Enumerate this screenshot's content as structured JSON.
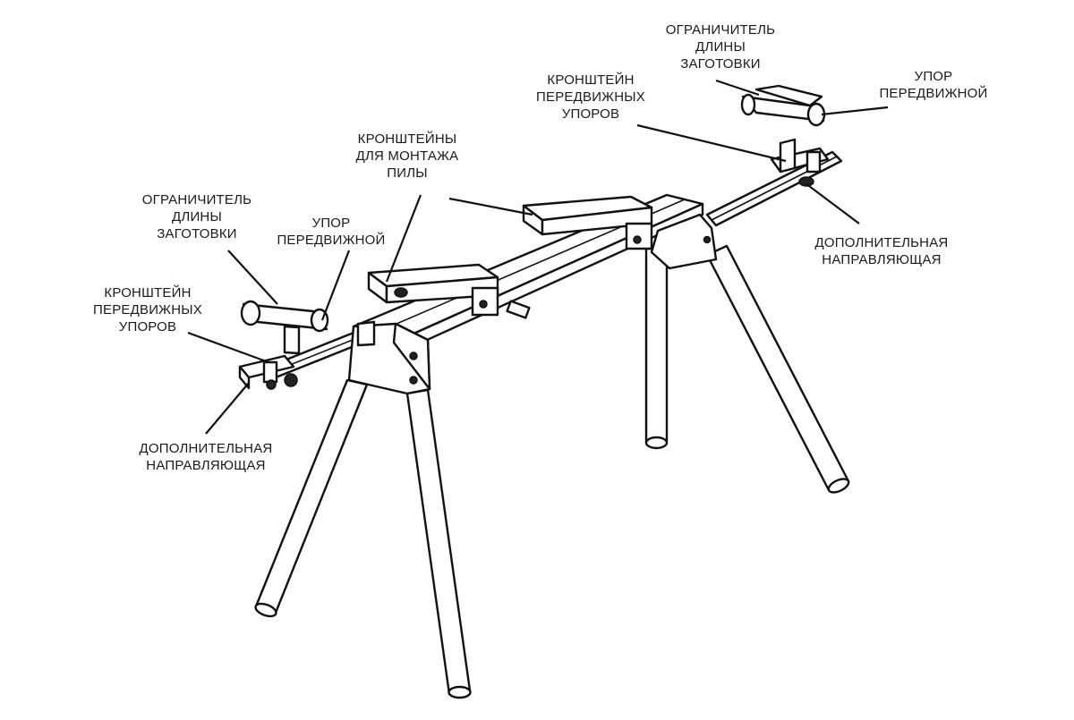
{
  "labels": {
    "stop_length_limiter_right": [
      "ОГРАНИЧИТЕЛЬ",
      "ДЛИНЫ",
      "ЗАГОТОВКИ"
    ],
    "movable_stop_right": [
      "УПОР",
      "ПЕРЕДВИЖНОЙ"
    ],
    "stop_bracket_right": [
      "КРОНШТЕЙН",
      "ПЕРЕДВИЖНЫХ",
      "УПОРОВ"
    ],
    "saw_mount_brackets": [
      "КРОНШТЕЙНЫ",
      "ДЛЯ МОНТАЖА",
      "ПИЛЫ"
    ],
    "extra_guide_right": [
      "ДОПОЛНИТЕЛЬНАЯ",
      "НАПРАВЛЯЮЩАЯ"
    ],
    "stop_length_limiter_left": [
      "ОГРАНИЧИТЕЛЬ",
      "ДЛИНЫ",
      "ЗАГОТОВКИ"
    ],
    "movable_stop_left": [
      "УПОР",
      "ПЕРЕДВИЖНОЙ"
    ],
    "stop_bracket_left": [
      "КРОНШТЕЙН",
      "ПЕРЕДВИЖНЫХ",
      "УПОРОВ"
    ],
    "extra_guide_left": [
      "ДОПОЛНИТЕЛЬНАЯ",
      "НАПРАВЛЯЮЩАЯ"
    ]
  },
  "colors": {
    "ink": "#111111",
    "background": "#ffffff",
    "text": "#1a1a1a"
  }
}
